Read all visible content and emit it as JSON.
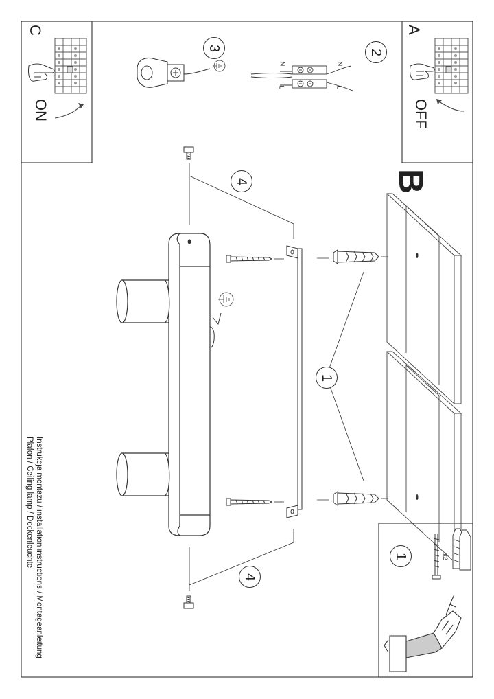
{
  "panels": {
    "a": {
      "letter": "A",
      "switch_label": "OFF"
    },
    "c": {
      "letter": "C",
      "switch_label": "ON"
    },
    "b": {
      "letter": "B"
    }
  },
  "steps": {
    "one": "1",
    "two": "2",
    "three": "3",
    "four": "4"
  },
  "wiring": {
    "n": "N",
    "l": "L"
  },
  "parts": {
    "quantity": "x2"
  },
  "caption": {
    "line1": "Instrukcja montażu / installation instructions / Montageanleitung",
    "line2": "Plafon / Ceiling lamp / Deckenleuchte"
  }
}
